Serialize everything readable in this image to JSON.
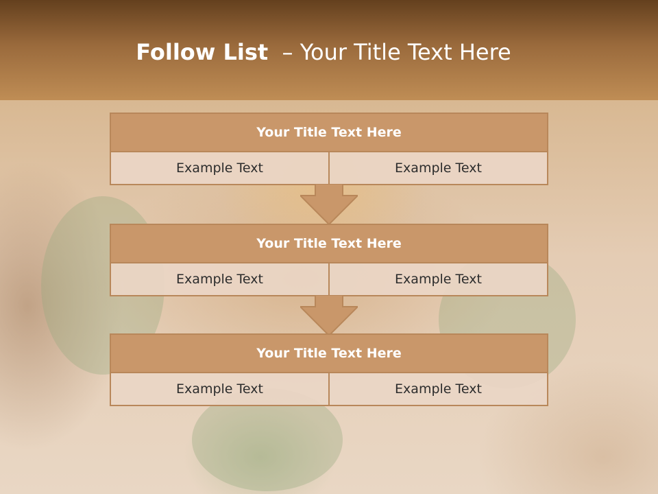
{
  "slide": {
    "title_bold": "Follow List",
    "title_rest": "  – Your Title Text Here"
  },
  "rows": [
    {
      "title": "Your Title Text Here",
      "left": "Example Text",
      "right": "Example Text"
    },
    {
      "title": "Your Title Text Here",
      "left": "Example Text",
      "right": "Example Text"
    },
    {
      "title": "Your Title Text Here",
      "left": "Example Text",
      "right": "Example Text"
    }
  ],
  "colors": {
    "header_top": "#64401e",
    "header_bottom": "#bf8d55",
    "row_title_bg": "#c9976a",
    "row_border": "#b8875a",
    "cell_bg": "#ead6c6",
    "arrow_fill": "#c9976a"
  }
}
